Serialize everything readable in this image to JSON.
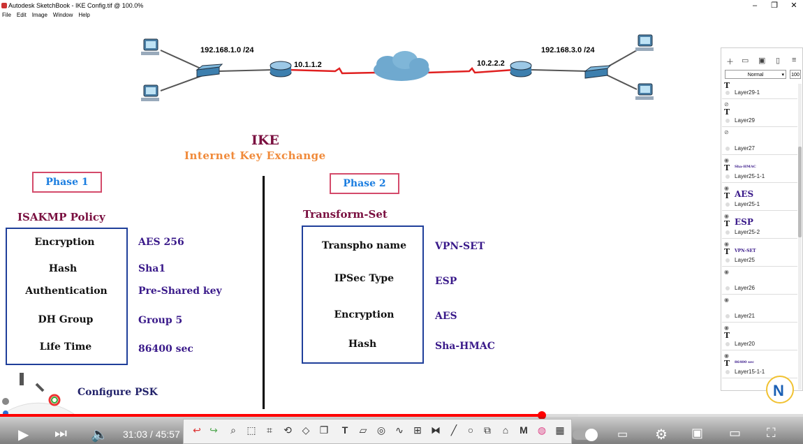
{
  "window": {
    "title": "Autodesk SketchBook - IKE Config.tif @ 100.0%",
    "minimize": "–",
    "maximize": "❐",
    "close": "✕"
  },
  "menu": [
    "File",
    "Edit",
    "Image",
    "Window",
    "Help"
  ],
  "network": {
    "left_lan": "192.168.1.0 /24",
    "left_wan": "10.1.1.2",
    "right_wan": "10.2.2.2",
    "right_lan": "192.168.3.0 /24"
  },
  "slide": {
    "title": "IKE",
    "subtitle": "Internet Key Exchange",
    "phase1": {
      "label": "Phase 1",
      "header": "ISAKMP Policy",
      "rows": [
        {
          "label": "Encryption",
          "value": "AES 256"
        },
        {
          "label": "Hash",
          "value": "Sha1"
        },
        {
          "label": "Authentication",
          "value": "Pre-Shared key"
        },
        {
          "label": "DH Group",
          "value": "Group 5"
        },
        {
          "label": "Life Time",
          "value": "86400 sec"
        }
      ]
    },
    "phase2": {
      "label": "Phase 2",
      "header": "Transform-Set",
      "rows": [
        {
          "label": "Transpho name",
          "value": "VPN-SET"
        },
        {
          "label": "IPSec Type",
          "value": "ESP"
        },
        {
          "label": "Encryption",
          "value": "AES"
        },
        {
          "label": "Hash",
          "value": "Sha-HMAC"
        }
      ]
    },
    "footer": "Configure PSK"
  },
  "layers_panel": {
    "blend_mode": "Normal",
    "opacity": "100",
    "layers": [
      {
        "name": "Layer29-1",
        "thumb": "",
        "type": "T"
      },
      {
        "name": "Layer29",
        "thumb": "",
        "type": "T"
      },
      {
        "name": "Layer27",
        "thumb": "",
        "type": ""
      },
      {
        "name": "Layer25-1-1",
        "thumb": "Sha-HMAC",
        "type": "T"
      },
      {
        "name": "Layer25-1",
        "thumb": "AES",
        "type": "T"
      },
      {
        "name": "Layer25-2",
        "thumb": "ESP",
        "type": "T"
      },
      {
        "name": "Layer25",
        "thumb": "VPN-SET",
        "type": "T"
      },
      {
        "name": "Layer26",
        "thumb": "",
        "type": ""
      },
      {
        "name": "Layer21",
        "thumb": "",
        "type": ""
      },
      {
        "name": "Layer20",
        "thumb": "",
        "type": "T"
      },
      {
        "name": "Layer15-1-1",
        "thumb": "86400 sec",
        "type": "T"
      }
    ]
  },
  "player": {
    "time": "31:03 / 45:57",
    "progress": 0.675,
    "buffered": 0.72,
    "accent": "#ff0000"
  },
  "colors": {
    "title": "#7a1040",
    "subtitle": "#f08a3a",
    "phase_border": "#d44a6a",
    "phase_text": "#1a7de0",
    "box_border": "#1f3f9a",
    "values": "#3a1a8a"
  }
}
